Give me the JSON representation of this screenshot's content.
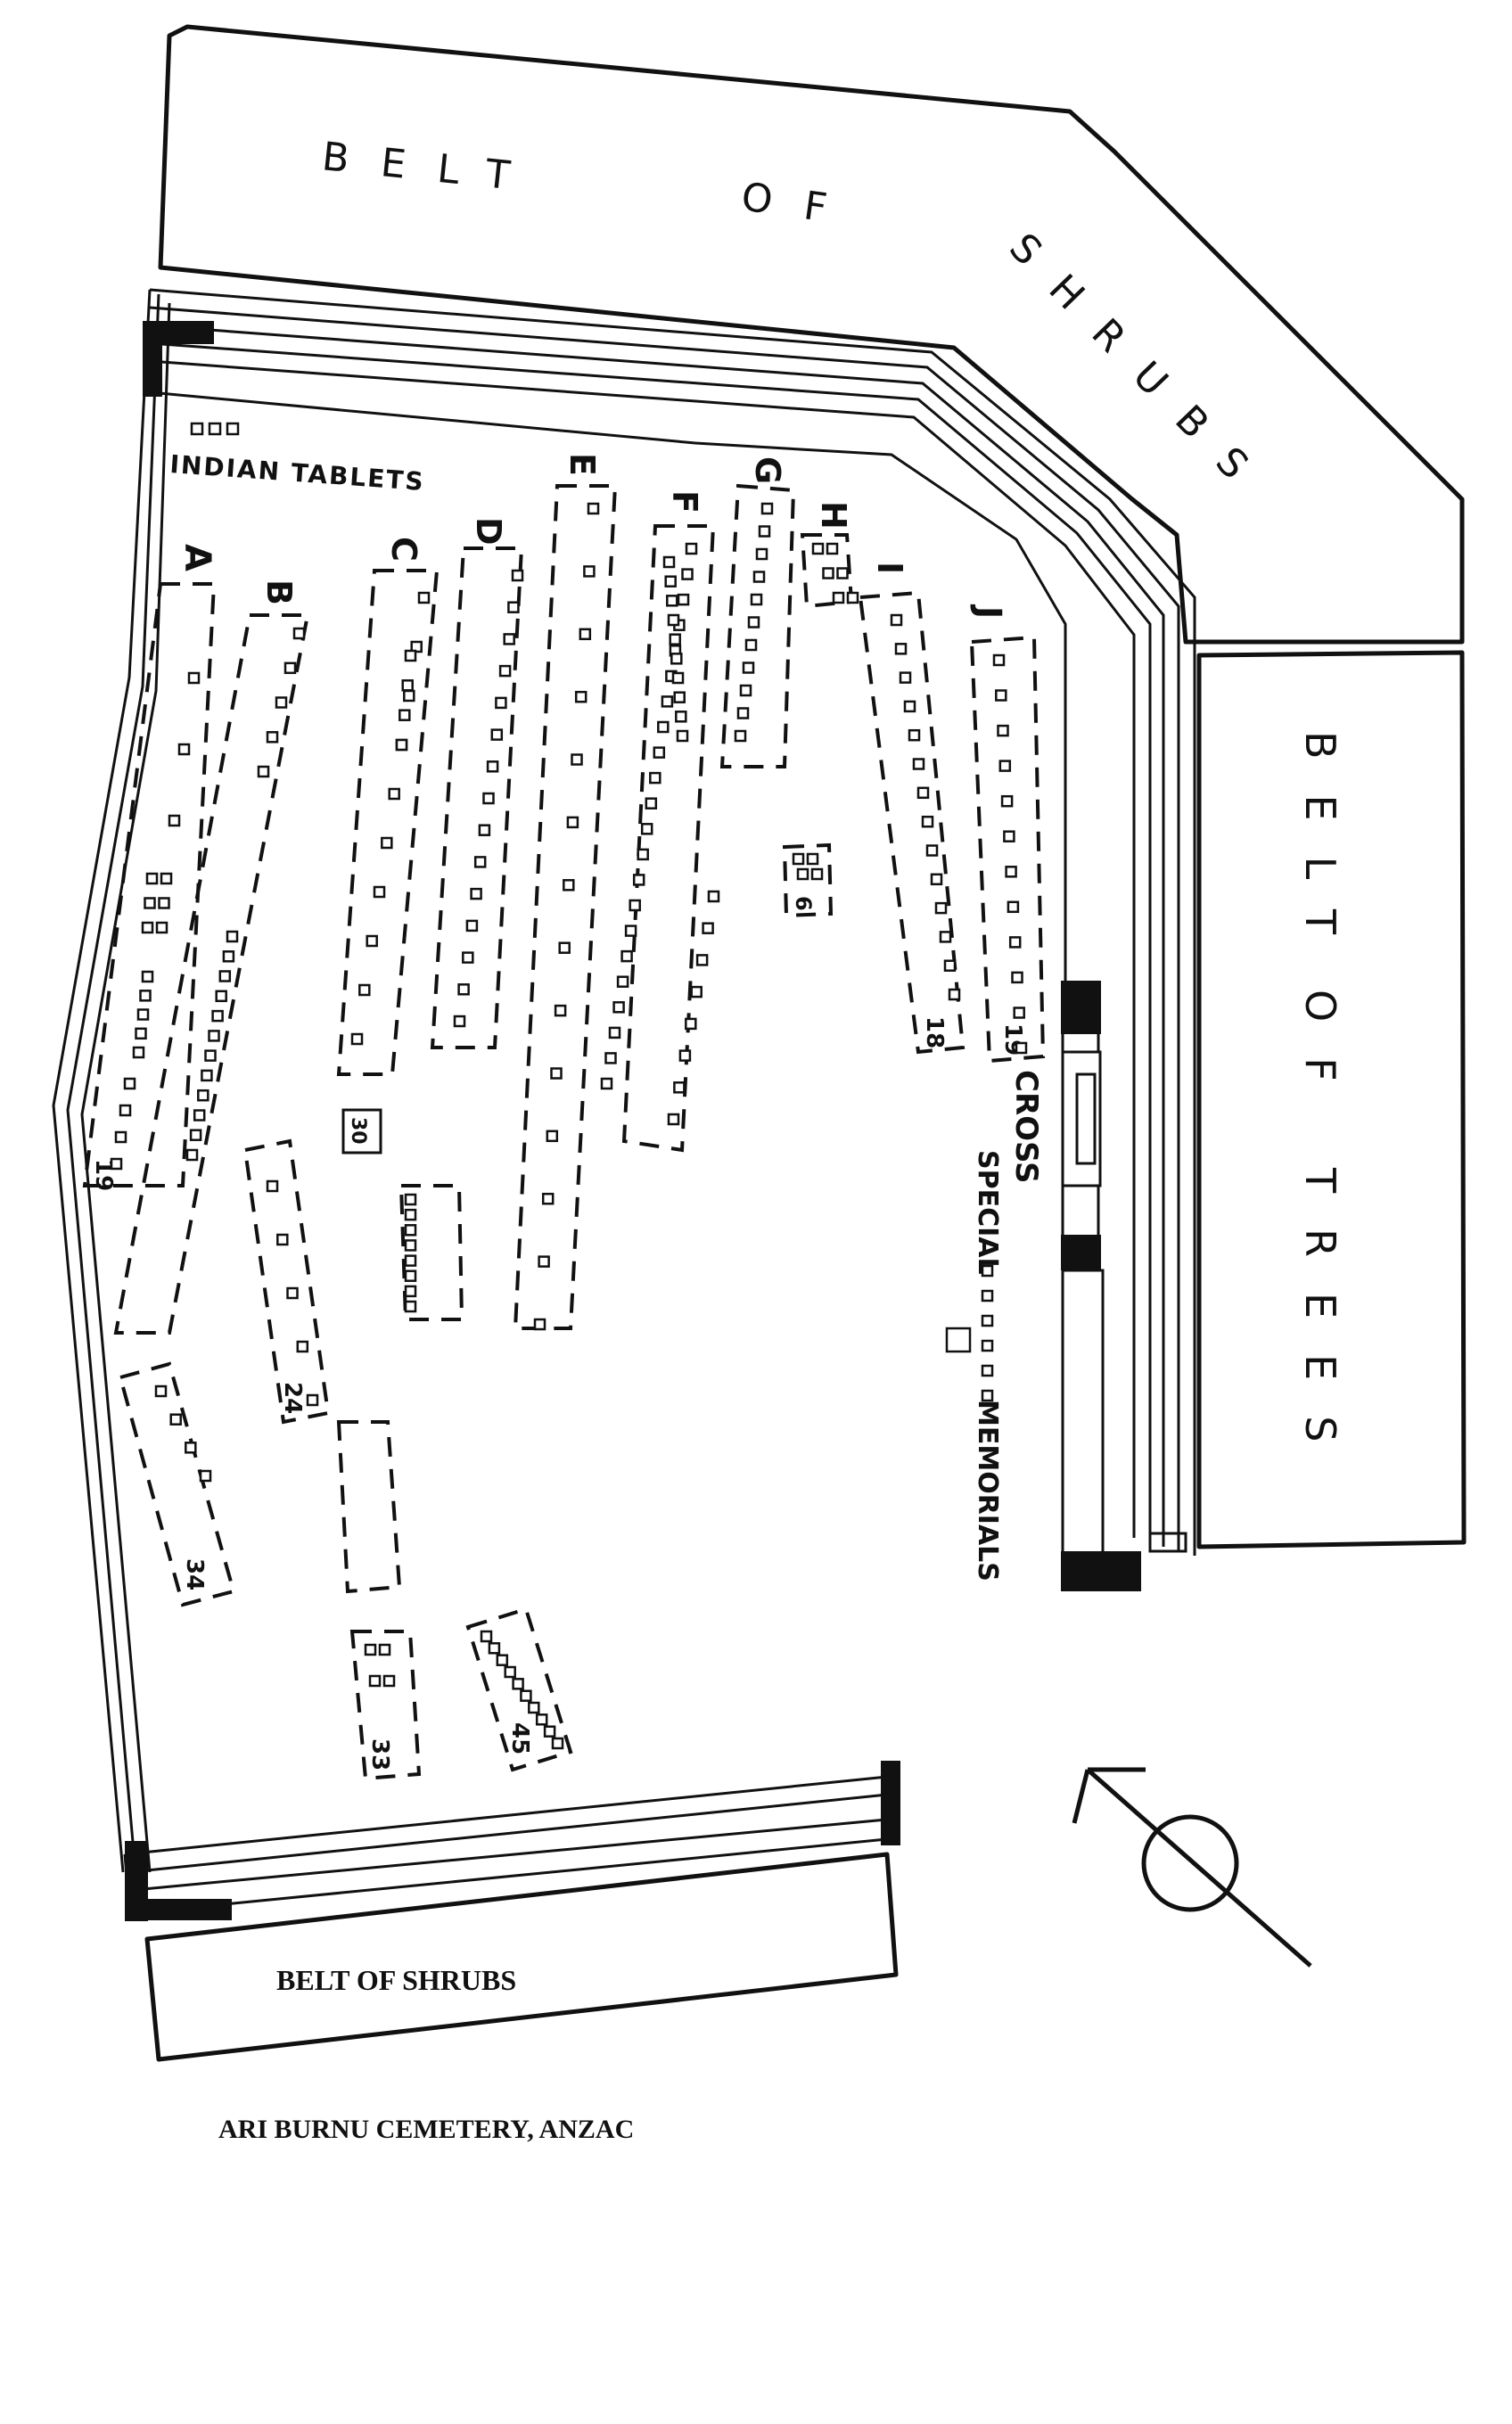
{
  "map": {
    "caption": "ARI BURNU CEMETERY, ANZAC",
    "belts": {
      "top_words": [
        "BELT",
        "OF",
        "SHRUBS"
      ],
      "right_words": [
        "BELT",
        "OF",
        "TREES"
      ],
      "bottom": "BELT OF SHRUBS"
    },
    "indian_tablets": "INDIAN TABLETS",
    "cross": "CROSS",
    "special_memorials": {
      "line1": "SPECIAL",
      "line2": "MEMORIALS"
    },
    "rows": [
      {
        "letter": "A",
        "count": "19"
      },
      {
        "letter": "B",
        "count": "24"
      },
      {
        "letter": "C",
        "count": ""
      },
      {
        "letter": "D",
        "count": ""
      },
      {
        "letter": "E",
        "count": ""
      },
      {
        "letter": "F",
        "count": ""
      },
      {
        "letter": "G",
        "count": ""
      },
      {
        "letter": "H",
        "count": ""
      },
      {
        "letter": "I",
        "count": "18"
      },
      {
        "letter": "J",
        "count": "19"
      }
    ],
    "plot_counts": [
      "6",
      "30",
      "34",
      "33",
      "45"
    ],
    "north_arrow_icon": "north-arrow-icon"
  }
}
